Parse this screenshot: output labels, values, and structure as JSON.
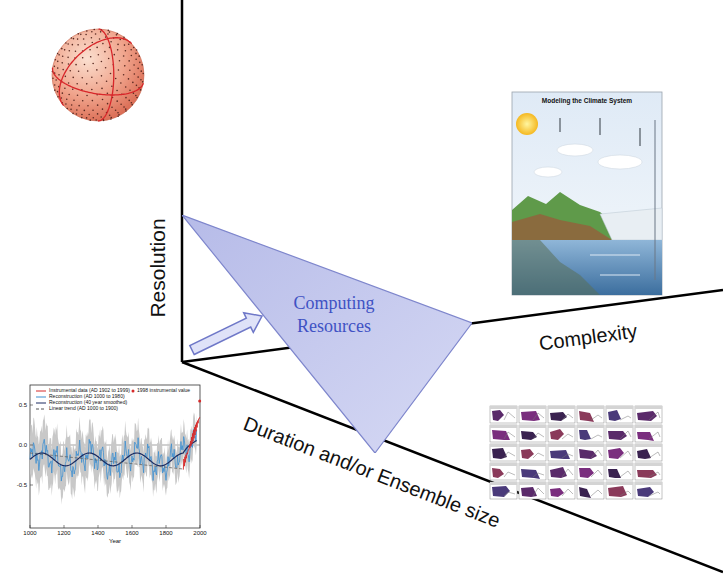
{
  "diagram": {
    "nodes": [
      {
        "text": [
          "Computing Resources"
        ]
      }
    ],
    "labels": [
      "Resolution",
      "Complexity",
      "Duration and/or Ensemble size",
      "Modeling the Climate System",
      "Instrumental data (AD 1902 to 1999)",
      "Reconstruction (AD 1000 to 1980)",
      "Reconstruction (40 year smoothed)",
      "Linear trend (AD 1000 to 1900)",
      "1998 instrumental value",
      "1000",
      "1200",
      "1400",
      "1600",
      "1800",
      "2000",
      "Year",
      "0.5",
      "0.0",
      "-0.5"
    ]
  }
}
